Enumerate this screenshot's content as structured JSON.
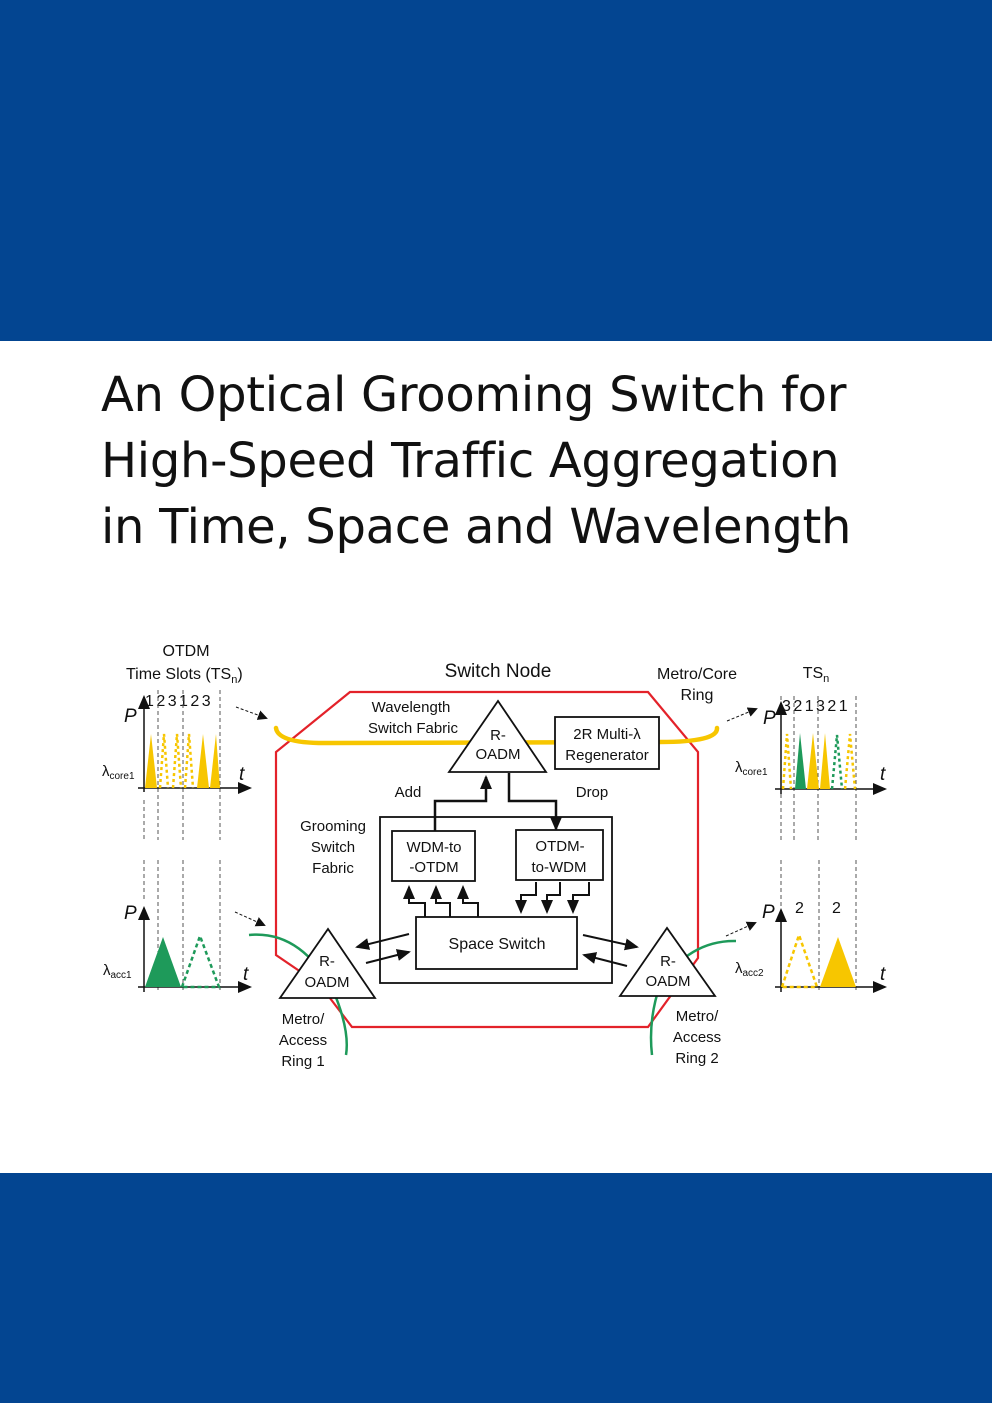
{
  "cover": {
    "top_band_color": "#034591",
    "bottom_band_color": "#034591",
    "title_lines": [
      "An Optical Grooming Switch for",
      "High-Speed Traffic Aggregation",
      "in Time, Space and Wavelength"
    ]
  },
  "diagram": {
    "colors": {
      "yellow": "#F7C600",
      "green": "#1E9A5A",
      "red": "#E3222A",
      "black": "#111111"
    },
    "left_panel": {
      "title_line1": "OTDM",
      "title_line2": "Time Slots (TS",
      "title_sub": "n",
      "title_end": ")",
      "slot_labels": "1 2 3 1 2 3",
      "core_axis_p": "P",
      "core_axis_t": "t",
      "core_label": "λ",
      "core_sub": "core1",
      "acc_axis_p": "P",
      "acc_axis_t": "t",
      "acc_label": "λ",
      "acc_sub": "acc1"
    },
    "right_panel": {
      "title": "TS",
      "title_sub": "n",
      "slot_labels": "3 2 1 3 2 1",
      "core_axis_p": "P",
      "core_axis_t": "t",
      "core_label": "λ",
      "core_sub": "core1",
      "acc_slot_labels": [
        "2",
        "2"
      ],
      "acc_axis_p": "P",
      "acc_axis_t": "t",
      "acc_label": "λ",
      "acc_sub": "acc2"
    },
    "center": {
      "switch_node": "Switch Node",
      "metro_core_line1": "Metro/Core",
      "metro_core_line2": "Ring",
      "wavelength_fabric_line1": "Wavelength",
      "wavelength_fabric_line2": "Switch Fabric",
      "roadm_top_line1": "R-",
      "roadm_top_line2": "OADM",
      "regenerator_line1": "2R Multi-λ",
      "regenerator_line2": "Regenerator",
      "add": "Add",
      "drop": "Drop",
      "grooming_line1": "Grooming",
      "grooming_line2": "Switch",
      "grooming_line3": "Fabric",
      "wdm_to_otdm_line1": "WDM-to",
      "wdm_to_otdm_line2": "-OTDM",
      "otdm_to_wdm_line1": "OTDM-",
      "otdm_to_wdm_line2": "to-WDM",
      "space_switch": "Space Switch",
      "roadm_left_line1": "R-",
      "roadm_left_line2": "OADM",
      "roadm_right_line1": "R-",
      "roadm_right_line2": "OADM",
      "ring1_line1": "Metro/",
      "ring1_line2": "Access",
      "ring1_line3": "Ring 1",
      "ring2_line1": "Metro/",
      "ring2_line2": "Access",
      "ring2_line3": "Ring 2"
    }
  }
}
